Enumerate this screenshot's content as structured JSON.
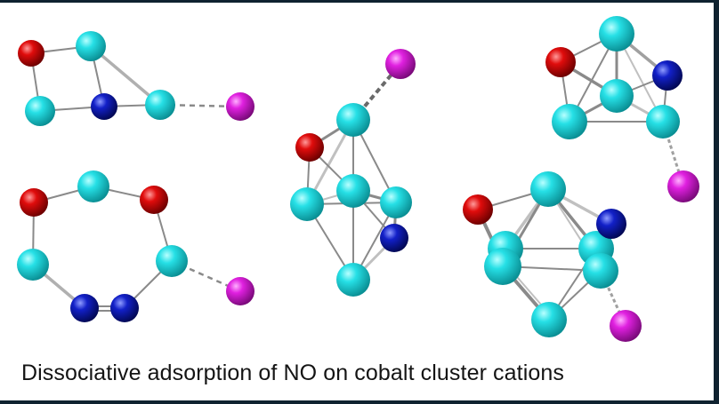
{
  "caption": "Dissociative adsorption of NO on cobalt cluster cations",
  "colors": {
    "cobalt": "#1fd6dc",
    "oxygen": "#d10a0a",
    "nitrogen": "#0b14b8",
    "adsorbate": "#d619d6",
    "bond": "#8a8a8a",
    "frame": "#0f2230"
  },
  "structures": [
    {
      "name": "cluster-top-left",
      "atoms": [
        "O",
        "Co",
        "Co",
        "N",
        "Co",
        "X"
      ]
    },
    {
      "name": "cluster-bottom-left",
      "atoms": [
        "O",
        "Co",
        "O",
        "Co",
        "N",
        "N",
        "Co",
        "X"
      ]
    },
    {
      "name": "cluster-center",
      "atoms": [
        "X",
        "Co",
        "O",
        "Co",
        "Co",
        "Co",
        "N",
        "Co"
      ]
    },
    {
      "name": "cluster-top-right",
      "atoms": [
        "Co",
        "O",
        "N",
        "Co",
        "Co",
        "Co",
        "X"
      ]
    },
    {
      "name": "cluster-bottom-right",
      "atoms": [
        "Co",
        "O",
        "N",
        "Co",
        "Co",
        "Co",
        "Co",
        "Co",
        "X"
      ]
    }
  ]
}
